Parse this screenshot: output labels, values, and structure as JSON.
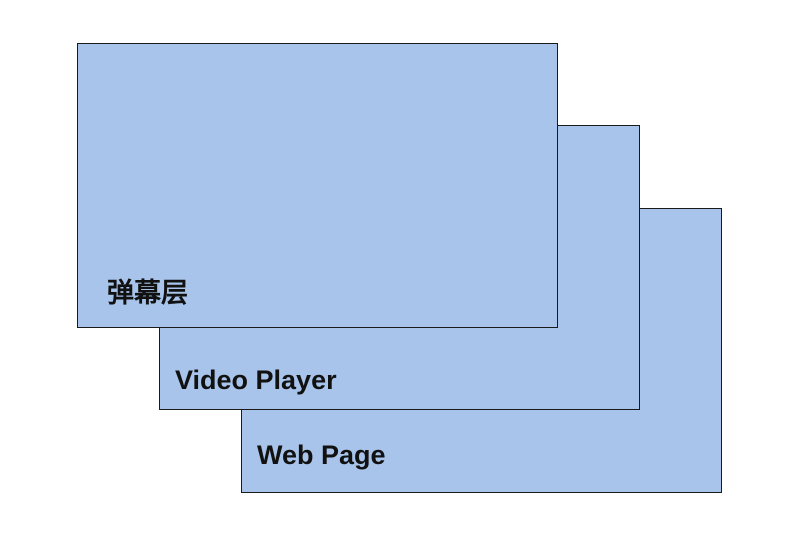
{
  "diagram": {
    "fill_color": "#a8c4ea",
    "border_color": "#1a1a1a",
    "layers": [
      {
        "label": "Web Page"
      },
      {
        "label": "Video Player"
      },
      {
        "label": "弹幕层"
      }
    ]
  }
}
